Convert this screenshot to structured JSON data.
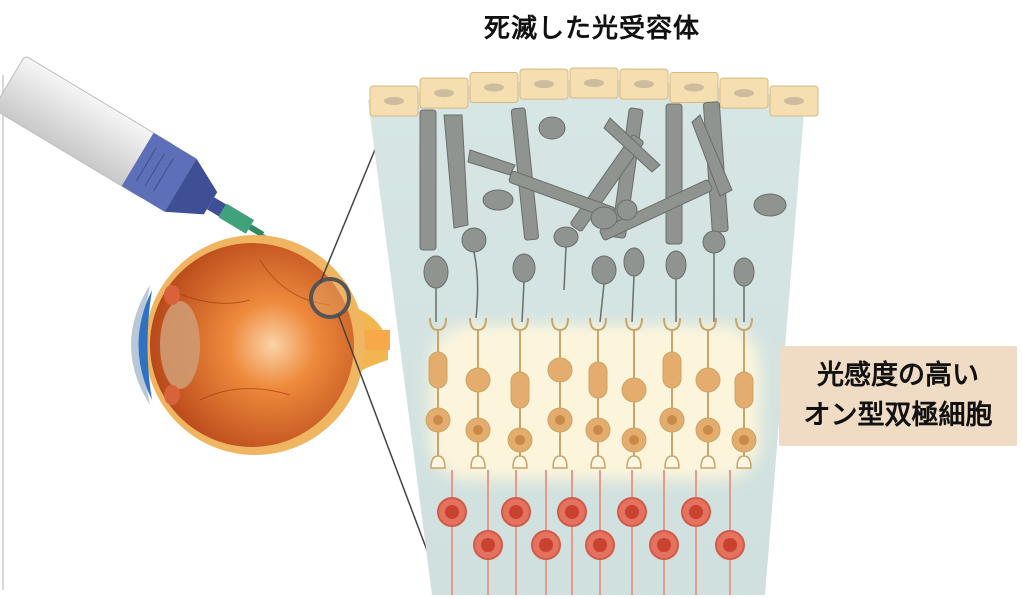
{
  "labels": {
    "top": "死滅した光受容体",
    "callout_line1": "光感度の高い",
    "callout_line2": "オン型双極細胞"
  },
  "colors": {
    "retina_bg": "#dde9e8",
    "rpe_cell": "#f5deb0",
    "dead_photoreceptor": "#8f9490",
    "bipolar_cell": "#e5ad6d",
    "ganglion_cell": "#e5715f",
    "callout_bg": "#f0dcc4",
    "eye_orange": "#c85a1a",
    "syringe_blue": "#5d6fb8"
  }
}
